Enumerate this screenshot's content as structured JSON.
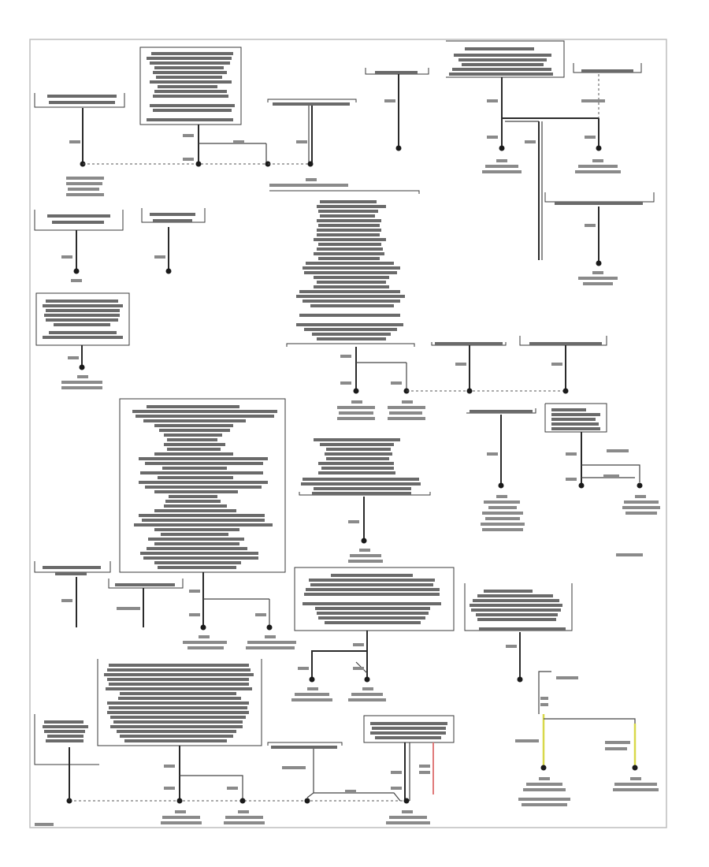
{
  "diagram": {
    "title": "",
    "unreadable_label_rows": [
      {
        "group": "upper-left-box",
        "rows": 13
      },
      {
        "group": "center-list",
        "rows": 22
      },
      {
        "group": "lower-left-box",
        "rows": 24
      },
      {
        "group": "center-lower-box",
        "rows": 9
      }
    ],
    "colors": {
      "wire": "#2a2a2a",
      "frame": "#bdbdbd",
      "yellow_wire": "#d8d84a",
      "red_wire": "#e07a7a",
      "text_blur": "#6a6a6a"
    }
  }
}
